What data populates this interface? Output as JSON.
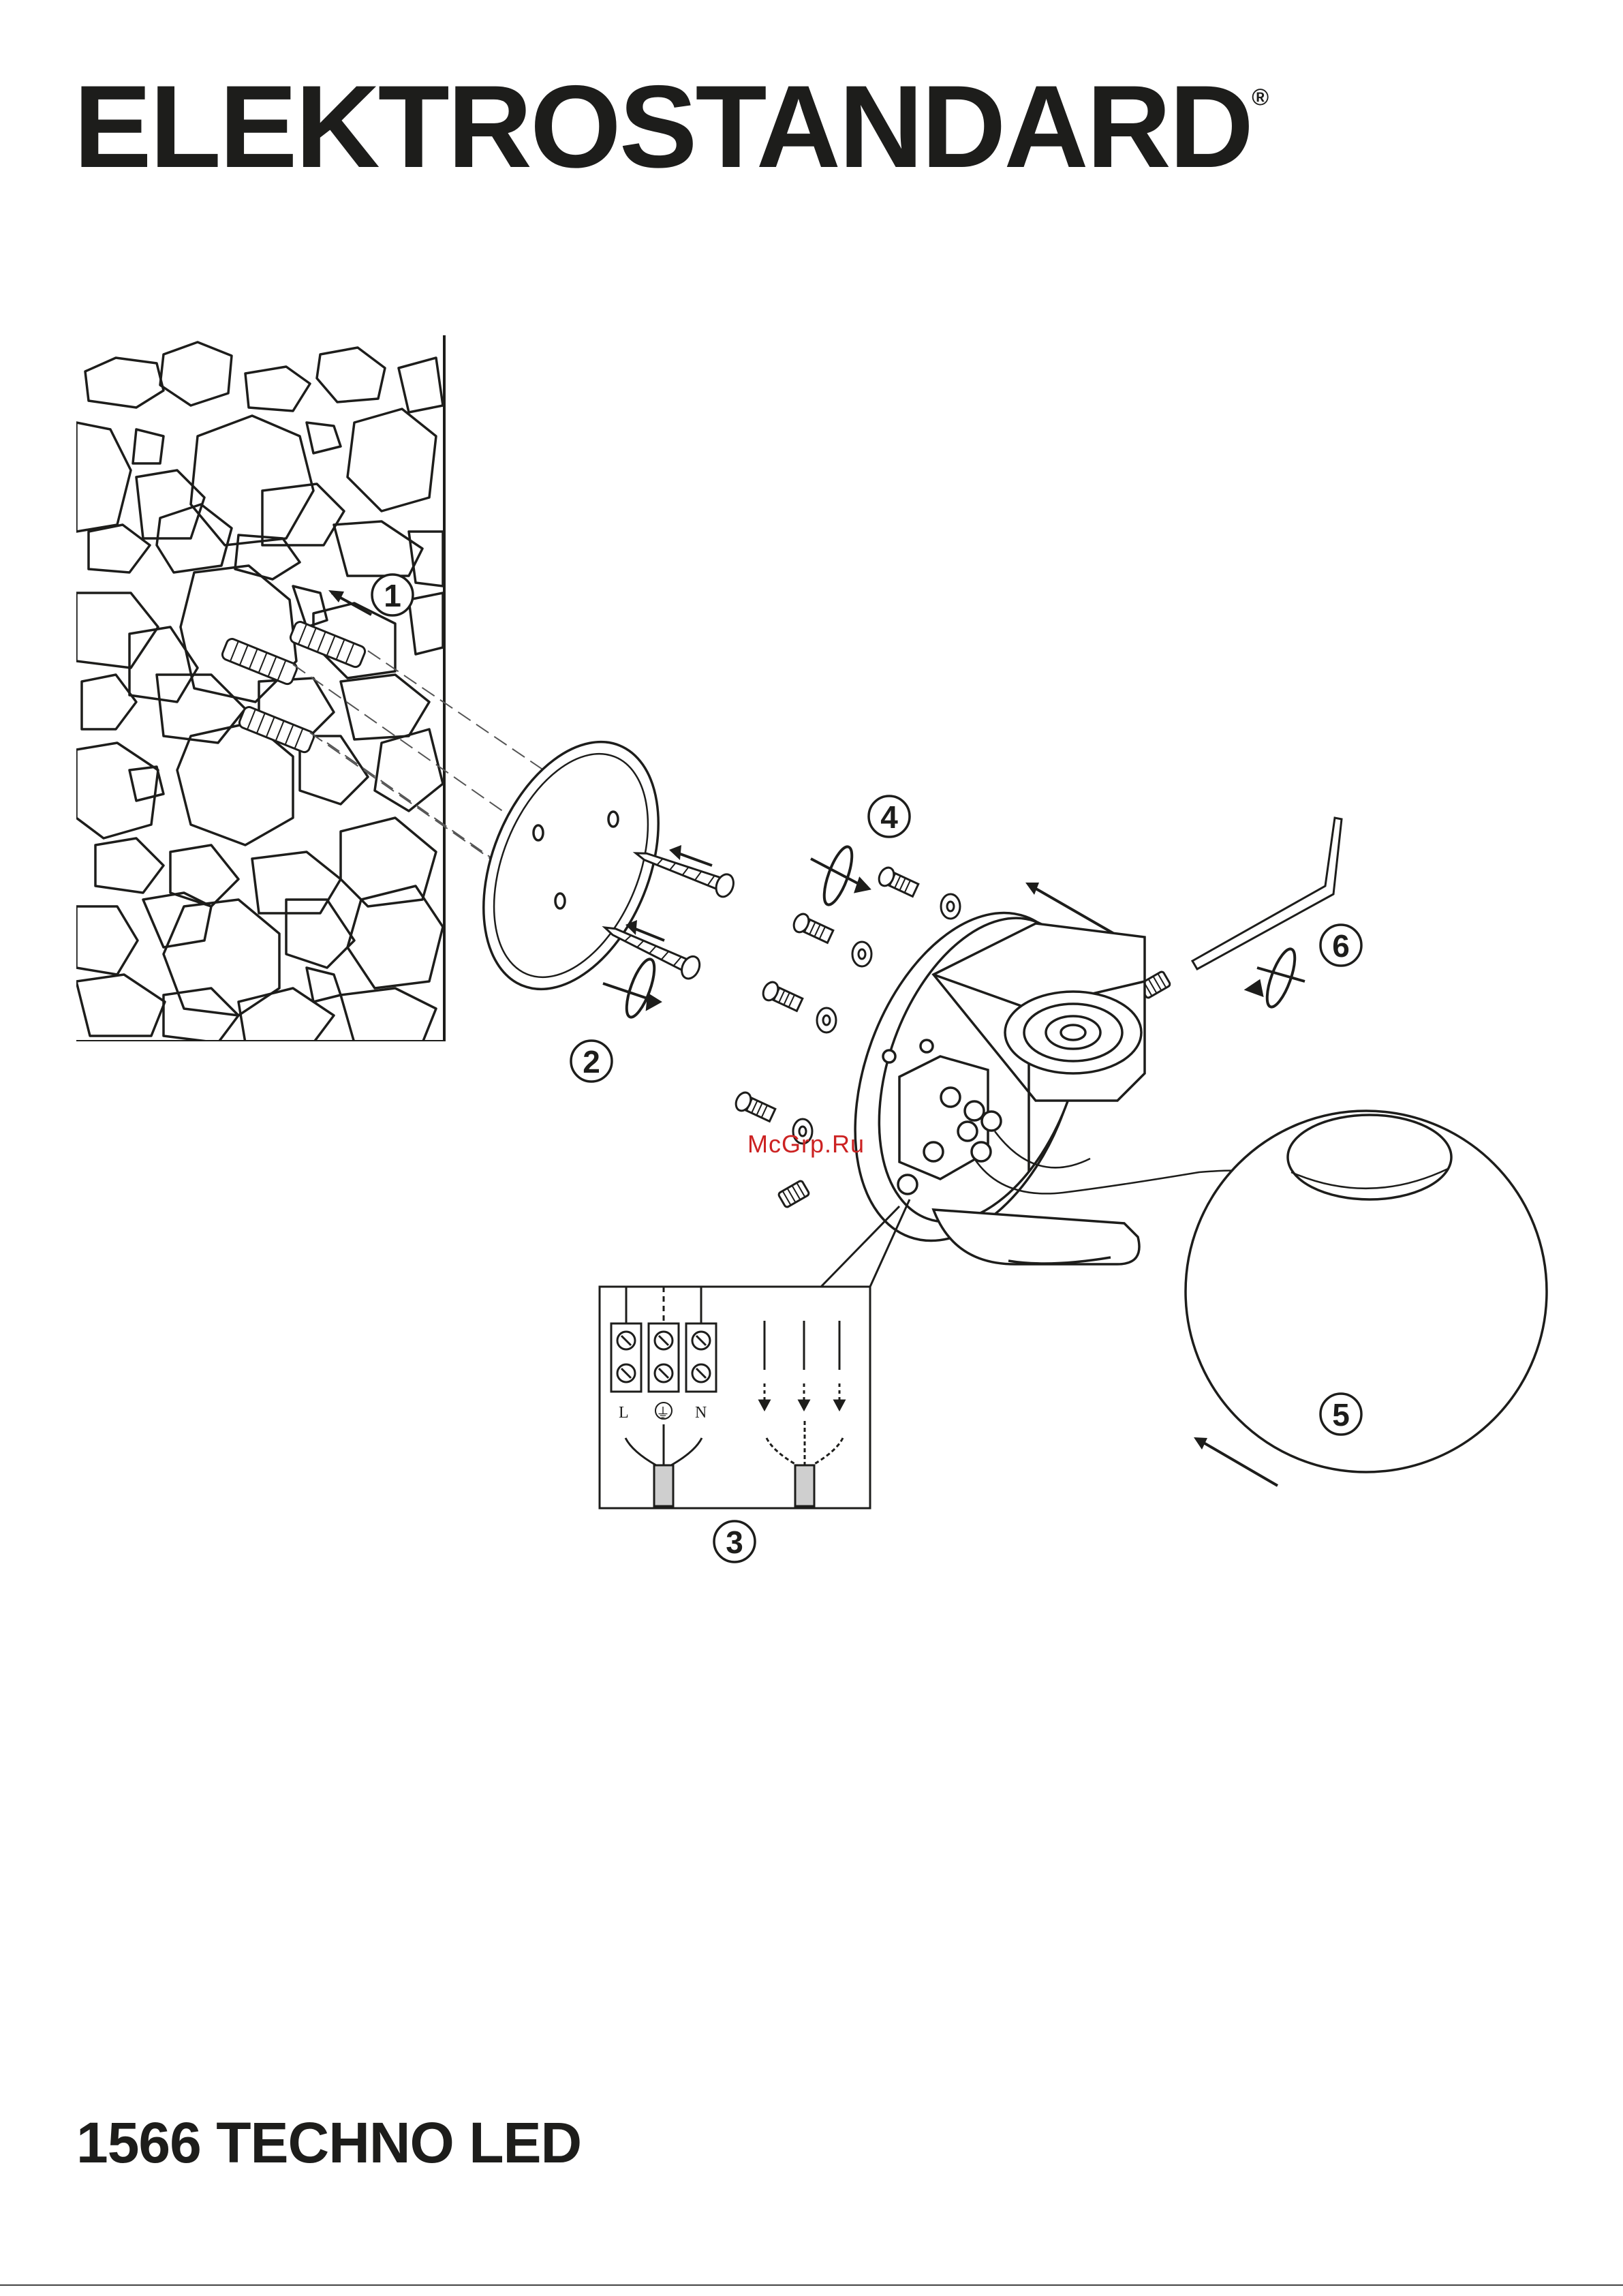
{
  "brand": {
    "name": "ELEKTROSTANDARD",
    "trademark": "®"
  },
  "product": {
    "model": "1566 TECHNO LED"
  },
  "watermark": "McGrp.Ru",
  "steps": [
    "1",
    "2",
    "3",
    "4",
    "5",
    "6"
  ],
  "wiring_terminals": {
    "live": "L",
    "neutral": "N",
    "earth": "⏚"
  },
  "colors": {
    "ink": "#1d1d1b",
    "watermark": "#cc2222"
  }
}
